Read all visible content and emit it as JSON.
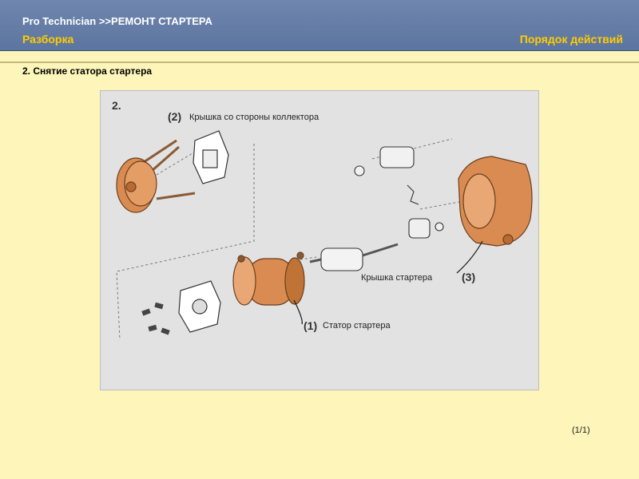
{
  "header": {
    "title": "Pro  Technician >>РЕМОНТ СТАРТЕРА",
    "left_label": "Разборка",
    "right_label": "Порядок действий"
  },
  "section": {
    "title": "2. Снятие статора стартера"
  },
  "figure": {
    "step_number": "2.",
    "callouts": {
      "part2": "(2)",
      "part3": "(3)",
      "part1": "(1)"
    },
    "labels": {
      "commutator_cover": "Крышка со стороны коллектора",
      "starter_housing": "Крышка стартера",
      "starter_stator": "Статор стартера"
    }
  },
  "footer": {
    "page": "(1/1)"
  }
}
